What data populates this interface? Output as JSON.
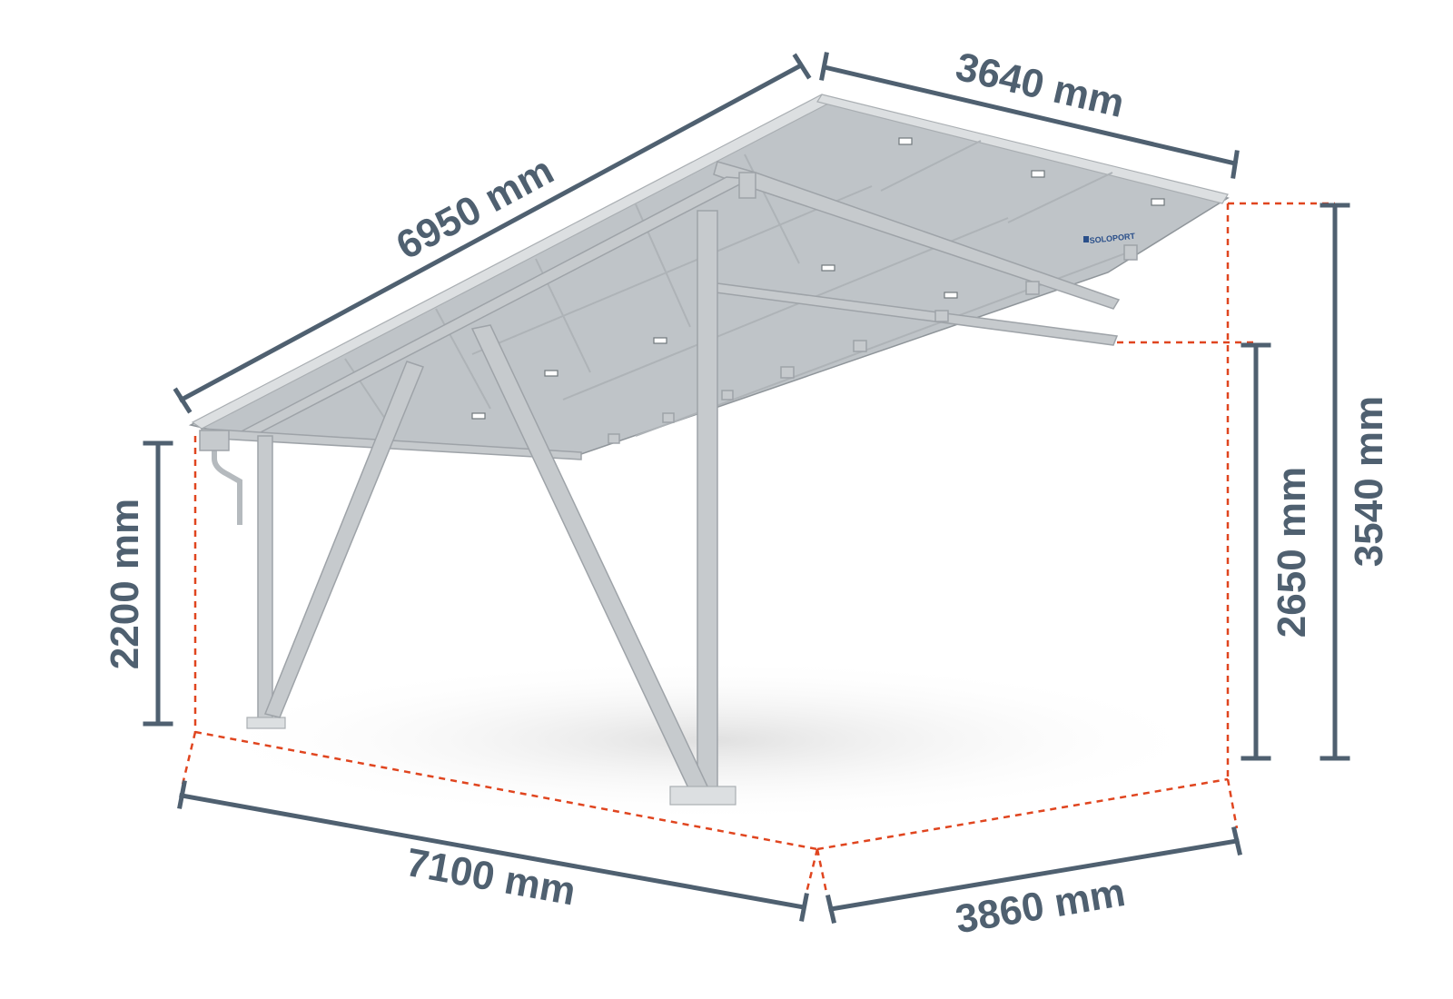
{
  "dimensions": {
    "roof_length": "6950 mm",
    "roof_width": "3640 mm",
    "front_height": "2200 mm",
    "rear_low_height": "2650 mm",
    "rear_high_height": "3540 mm",
    "base_length": "7100 mm",
    "base_width": "3860 mm"
  },
  "logo": "SOLOPORT",
  "colors": {
    "dimension": "#4f6070",
    "guide_dashed": "#e0451f",
    "steel": "#c6cacd",
    "panel": "#bfc4c8"
  }
}
